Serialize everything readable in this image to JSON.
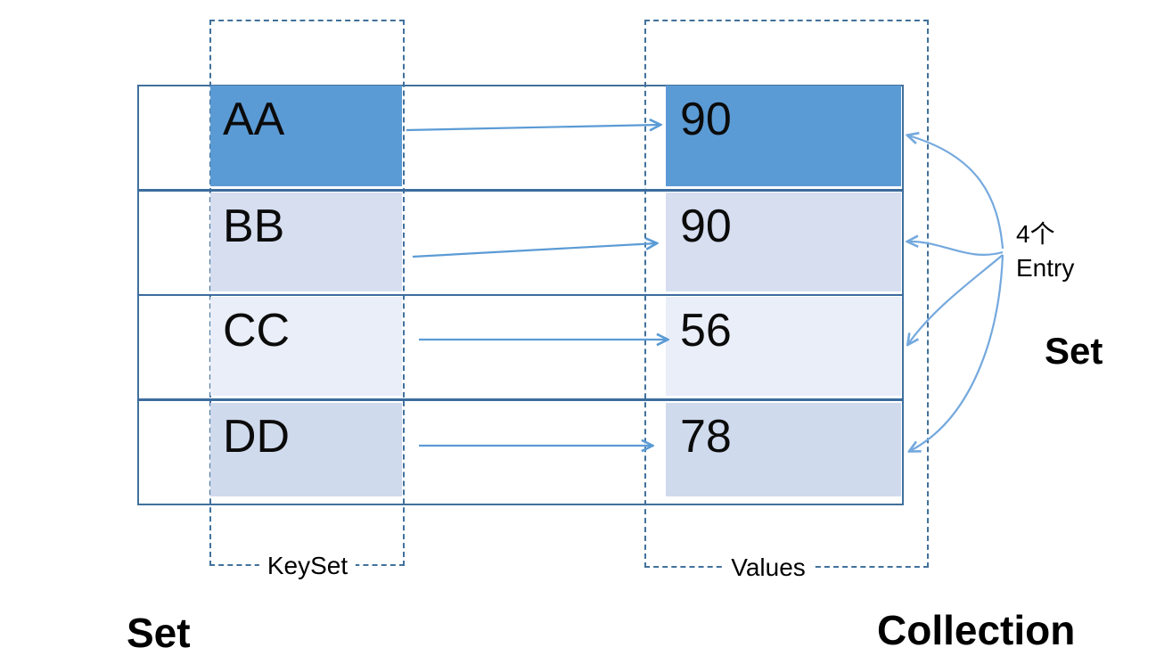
{
  "diagram": {
    "title_hint": "Map structure: keys, values and entries",
    "entries": [
      {
        "key": "AA",
        "value": "90"
      },
      {
        "key": "BB",
        "value": "90"
      },
      {
        "key": "CC",
        "value": "56"
      },
      {
        "key": "DD",
        "value": "78"
      }
    ],
    "keyset_box_label": "KeySet",
    "values_box_label": "Values",
    "annotation": {
      "line1": "4个",
      "line2": "Entry"
    },
    "right_label": "Set",
    "bottom_left_label": "Set",
    "bottom_right_label": "Collection",
    "colors": {
      "row_fills": [
        "#5b9bd5",
        "#d6def0",
        "#eaeef8",
        "#d0daed"
      ],
      "table_border": "#41719c",
      "dashed_border": "#41719c",
      "mapping_arrow": "#5b9bd5",
      "entry_arrow": "#74a9de",
      "text": "#000000"
    }
  }
}
